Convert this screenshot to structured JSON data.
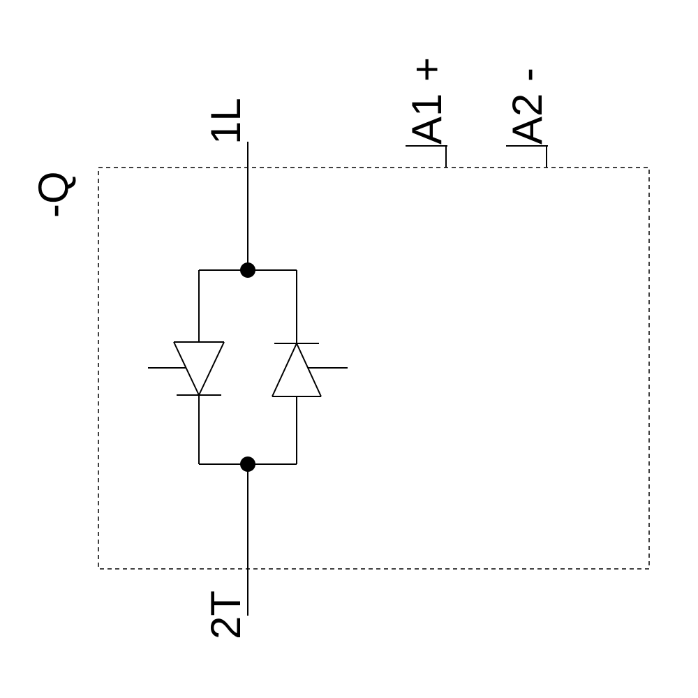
{
  "diagram": {
    "device_label": "-Q",
    "terminals": {
      "load_in": "1L",
      "load_out": "2T",
      "control_a1": "A1 +",
      "control_a2": "A2 -"
    },
    "colors": {
      "stroke": "#000000",
      "background": "#ffffff"
    }
  }
}
